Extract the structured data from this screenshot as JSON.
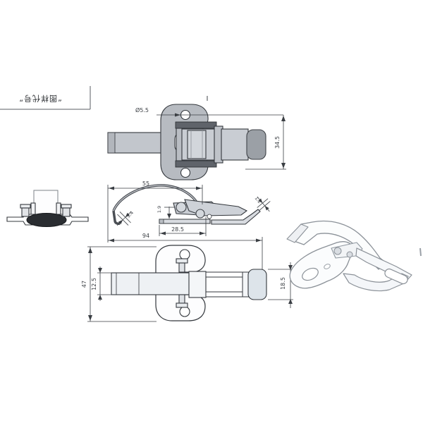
{
  "title_block": {
    "label": "“图样代号”"
  },
  "top_view": {
    "section_mark": "I",
    "dim_hole_diameter": "Ø5.5",
    "dim_hole_spacing": "34.5"
  },
  "side_view": {
    "dim_lever_length": "55",
    "dim_overall_length": "94",
    "dim_base_length": "28.5",
    "dim_hook_thickness": "1.4",
    "dim_plate_thickness": "1.9",
    "dim_tip_thickness": "1.2"
  },
  "bottom_view": {
    "dim_overall_width": "47",
    "dim_strap_width": "12.5",
    "dim_hook_width": "18.5"
  },
  "colors": {
    "plate_gray": "#b7bbc1",
    "part_light_gray": "#c9cdd3",
    "roller_gray": "#d2d6db",
    "dark_bar": "#5f636a",
    "handle_dark_gray": "#9ba0a6",
    "handle_blue_gray": "#dde4ea",
    "black_gasket": "#2a2d31",
    "outline": "#34383d",
    "dimension_gray": "#3a3e43",
    "iso_outline": "#8b9198",
    "background": "#ffffff"
  }
}
